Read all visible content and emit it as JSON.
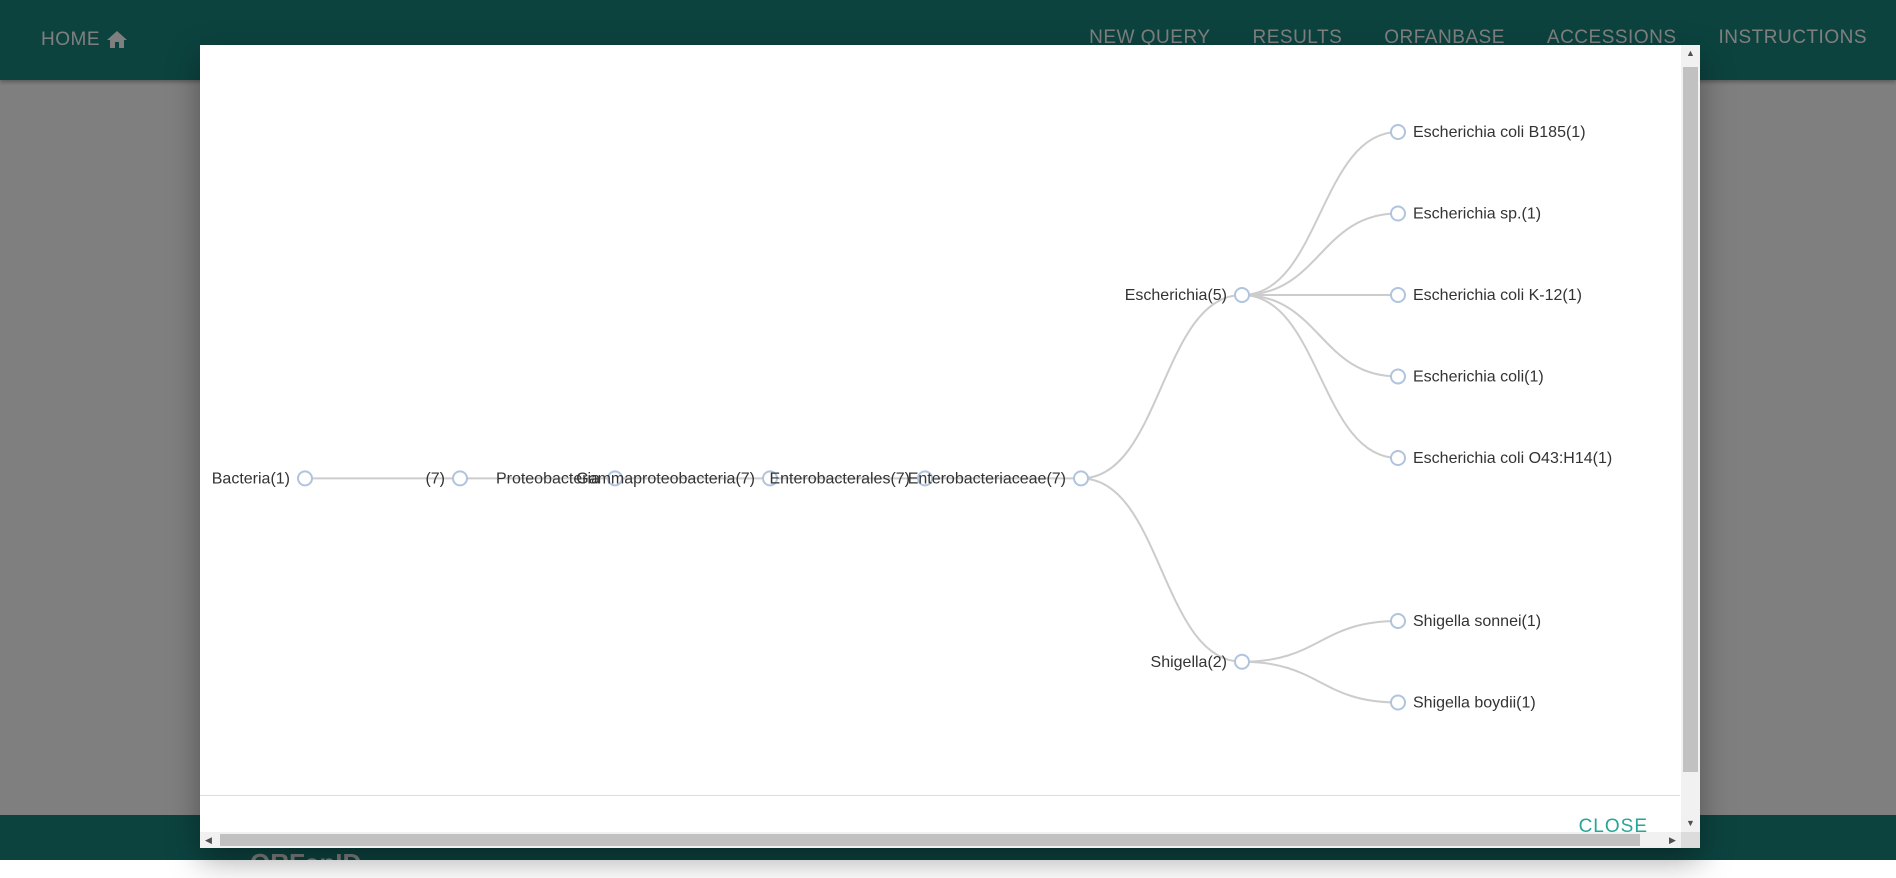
{
  "nav": {
    "home_label": "HOME",
    "home_icon": "home-icon",
    "links": [
      "NEW QUERY",
      "RESULTS",
      "ORFANBASE",
      "ACCESSIONS",
      "INSTRUCTIONS"
    ]
  },
  "page": {
    "footer_text": "ORFanID"
  },
  "tree": {
    "nodes": [
      {
        "id": "bacteria",
        "label": "Bacteria(1)",
        "parent": null
      },
      {
        "id": "unnamed",
        "label": "(7)",
        "parent": "bacteria"
      },
      {
        "id": "proteobacteria",
        "label": "Proteobacteria",
        "parent": "unnamed"
      },
      {
        "id": "gammaproteobacteria",
        "label": "Gammaproteobacteria(7)",
        "parent": "proteobacteria"
      },
      {
        "id": "enterobacterales",
        "label": "Enterobacterales(7)",
        "parent": "gammaproteobacteria"
      },
      {
        "id": "enterobacteriaceae",
        "label": "Enterobacteriaceae(7)",
        "parent": "enterobacterales"
      },
      {
        "id": "escherichia",
        "label": "Escherichia(5)",
        "parent": "enterobacteriaceae"
      },
      {
        "id": "shigella",
        "label": "Shigella(2)",
        "parent": "enterobacteriaceae"
      },
      {
        "id": "ecoli_b185",
        "label": "Escherichia coli B185(1)",
        "parent": "escherichia"
      },
      {
        "id": "esch_sp",
        "label": "Escherichia sp.(1)",
        "parent": "escherichia"
      },
      {
        "id": "ecoli_k12",
        "label": "Escherichia coli K-12(1)",
        "parent": "escherichia"
      },
      {
        "id": "ecoli",
        "label": "Escherichia coli(1)",
        "parent": "escherichia"
      },
      {
        "id": "ecoli_o43",
        "label": "Escherichia coli O43:H14(1)",
        "parent": "escherichia"
      },
      {
        "id": "s_sonnei",
        "label": "Shigella sonnei(1)",
        "parent": "shigella"
      },
      {
        "id": "s_boydii",
        "label": "Shigella boydii(1)",
        "parent": "shigella"
      }
    ]
  },
  "modal": {
    "close_label": "CLOSE"
  },
  "colors": {
    "nav_bg": "#19877e",
    "accent": "#26a69a",
    "node_stroke": "#b0c4de",
    "link_stroke": "#cccccc"
  }
}
